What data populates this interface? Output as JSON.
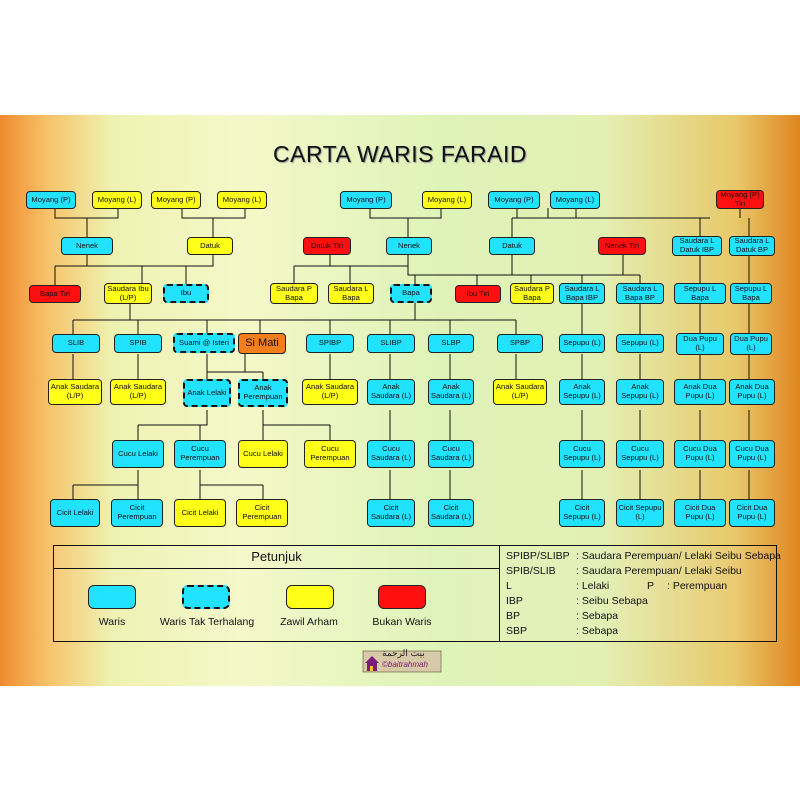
{
  "title": "CARTA WARIS FARAID",
  "colors": {
    "waris": "#22e3ff",
    "zawil_arham": "#ffff1a",
    "bukan_waris": "#ff0f0f",
    "si_mati": "#f37e1b"
  },
  "nodes": {
    "moyang_p1": "Moyang (P)",
    "moyang_l1": "Moyang (L)",
    "moyang_p2": "Moyang (P)",
    "moyang_l2": "Moyang (L)",
    "moyang_p3": "Moyang (P)",
    "moyang_l3": "Moyang (L)",
    "moyang_p4": "Moyang (P)",
    "moyang_l4": "Moyang (L)",
    "moyang_p_tiri": "Moyang (P) Tiri",
    "nenek1": "Nenek",
    "datuk1": "Datuk",
    "datuk_tiri": "Datuk Tiri",
    "nenek2": "Nenek",
    "datuk2": "Datuk",
    "nenek_tiri": "Nenek Tiri",
    "sdr_l_datuk_ibp": "Saudara L Datuk IBP",
    "sdr_l_datuk_bp": "Saudara L Datuk BP",
    "bapa_tiri": "Bapa Tiri",
    "sdr_ibu": "Saudara Ibu (L/P)",
    "ibu": "Ibu",
    "sdr_p_bapa": "Saudara P Bapa",
    "sdr_l_bapa": "Saudara L Bapa",
    "bapa": "Bapa",
    "ibu_tiri": "Ibu Tiri",
    "sdr_p_bapa2": "Saudara P Bapa",
    "sdr_l_bapa_ibp": "Saudara L Bapa IBP",
    "sdr_l_bapa_bp": "Saudara L Bapa BP",
    "sepupu_l_bapa1": "Sepupu L Bapa",
    "sepupu_l_bapa2": "Sepupu L Bapa",
    "slib": "SLIB",
    "spib": "SPIB",
    "suami_isteri": "Suami @ Isteri",
    "si_mati": "Si Mati",
    "spibp": "SPIBP",
    "slibp": "SLIBP",
    "slbp": "SLBP",
    "spbp": "SPBP",
    "sepupu_l1": "Sepupu (L)",
    "sepupu_l2": "Sepupu (L)",
    "dua_pupu_l1": "Dua Pupu (L)",
    "dua_pupu_l2": "Dua Pupu (L)",
    "anak_sdr_lp1": "Anak Saudara (L/P)",
    "anak_sdr_lp2": "Anak Saudara (L/P)",
    "anak_lelaki": "Anak Lelaki",
    "anak_perempuan": "Anak Perempuan",
    "anak_sdr_lp3": "Anak Saudara (L/P)",
    "anak_sdr_l1": "Anak Saudara (L)",
    "anak_sdr_l2": "Anak Saudara (L)",
    "anak_sdr_lp4": "Anak Saudara (L/P)",
    "anak_sepupu1": "Anak Sepupu (L)",
    "anak_sepupu2": "Anak Sepupu (L)",
    "anak_dua_pupu1": "Anak Dua Pupu (L)",
    "anak_dua_pupu2": "Anak Dua Pupu (L)",
    "cucu_lelaki1": "Cucu Lelaki",
    "cucu_perempuan1": "Cucu Perempuan",
    "cucu_lelaki2": "Cucu Lelaki",
    "cucu_perempuan2": "Cucu Perempuan",
    "cucu_sdr1": "Cucu Saudara (L)",
    "cucu_sdr2": "Cucu Saudara (L)",
    "cucu_sepupu1": "Cucu Sepupu (L)",
    "cucu_sepupu2": "Cucu Sepupu (L)",
    "cucu_dua_pupu1": "Cucu Dua Pupu (L)",
    "cucu_dua_pupu2": "Cucu Dua Pupu (L)",
    "cicit_lelaki1": "Cicit Lelaki",
    "cicit_perempuan1": "Cicit Perempuan",
    "cicit_lelaki2": "Cicit Lelaki",
    "cicit_perempuan2": "Cicit Perempuan",
    "cicit_sdr1": "Cicit Saudara (L)",
    "cicit_sdr2": "Cicit Saudara (L)",
    "cicit_sepupu1": "Cicit Sepupu (L)",
    "cicit_sepupu2": "Cicit Sepupu (L)",
    "cicit_dua_pupu1": "Cicit Dua Pupu (L)",
    "cicit_dua_pupu2": "Cicit Dua Pupu (L)"
  },
  "legend": {
    "title": "Petunjuk",
    "waris": "Waris",
    "waris_tak_terhalang": "Waris Tak Terhalang",
    "zawil_arham": "Zawil Arham",
    "bukan_waris": "Bukan Waris",
    "abbreviations": [
      {
        "key": "SPIBP/SLIBP",
        "value": ": Saudara Perempuan/ Lelaki Seibu Sebapa"
      },
      {
        "key": "SPIB/SLIB",
        "value": ": Saudara Perempuan/ Lelaki Seibu"
      },
      {
        "key": "L",
        "value": ": Lelaki"
      },
      {
        "key": "IBP",
        "value": ": Seibu Sebapa"
      },
      {
        "key": "BP",
        "value": ": Sebapa"
      },
      {
        "key": "SBP",
        "value": ": Sebapa"
      }
    ],
    "p_key": "P",
    "p_value": ": Perempuan"
  },
  "logo": {
    "arabic": "بيت الرحمة",
    "name": "©baitrahmah"
  }
}
